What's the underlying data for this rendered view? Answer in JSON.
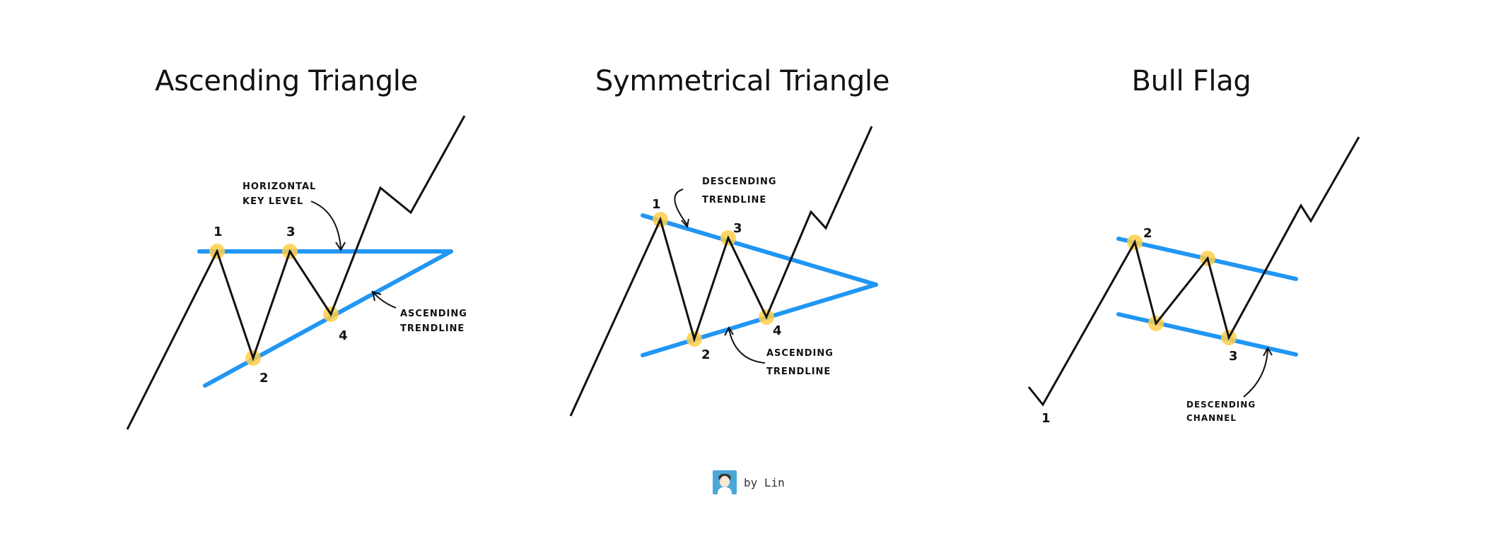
{
  "panels": [
    {
      "title": "Ascending Triangle",
      "annotations": {
        "top": [
          "HORIZONTAL",
          "KEY LEVEL"
        ],
        "bottom": [
          "ASCENDING",
          "TRENDLINE"
        ]
      },
      "points": [
        "1",
        "2",
        "3",
        "4"
      ]
    },
    {
      "title": "Symmetrical Triangle",
      "annotations": {
        "top": [
          "DESCENDING",
          "TRENDLINE"
        ],
        "bottom": [
          "ASCENDING",
          "TRENDLINE"
        ]
      },
      "points": [
        "1",
        "2",
        "3",
        "4"
      ]
    },
    {
      "title": "Bull Flag",
      "annotations": {
        "bottom": [
          "DESCENDING",
          "CHANNEL"
        ]
      },
      "points": [
        "1",
        "2",
        "3"
      ]
    }
  ],
  "credit": {
    "text": "by Lin",
    "icon": "author-avatar"
  },
  "colors": {
    "trendline": "#2196f3",
    "touch_point": "#ffcf4a",
    "price": "#111111"
  }
}
